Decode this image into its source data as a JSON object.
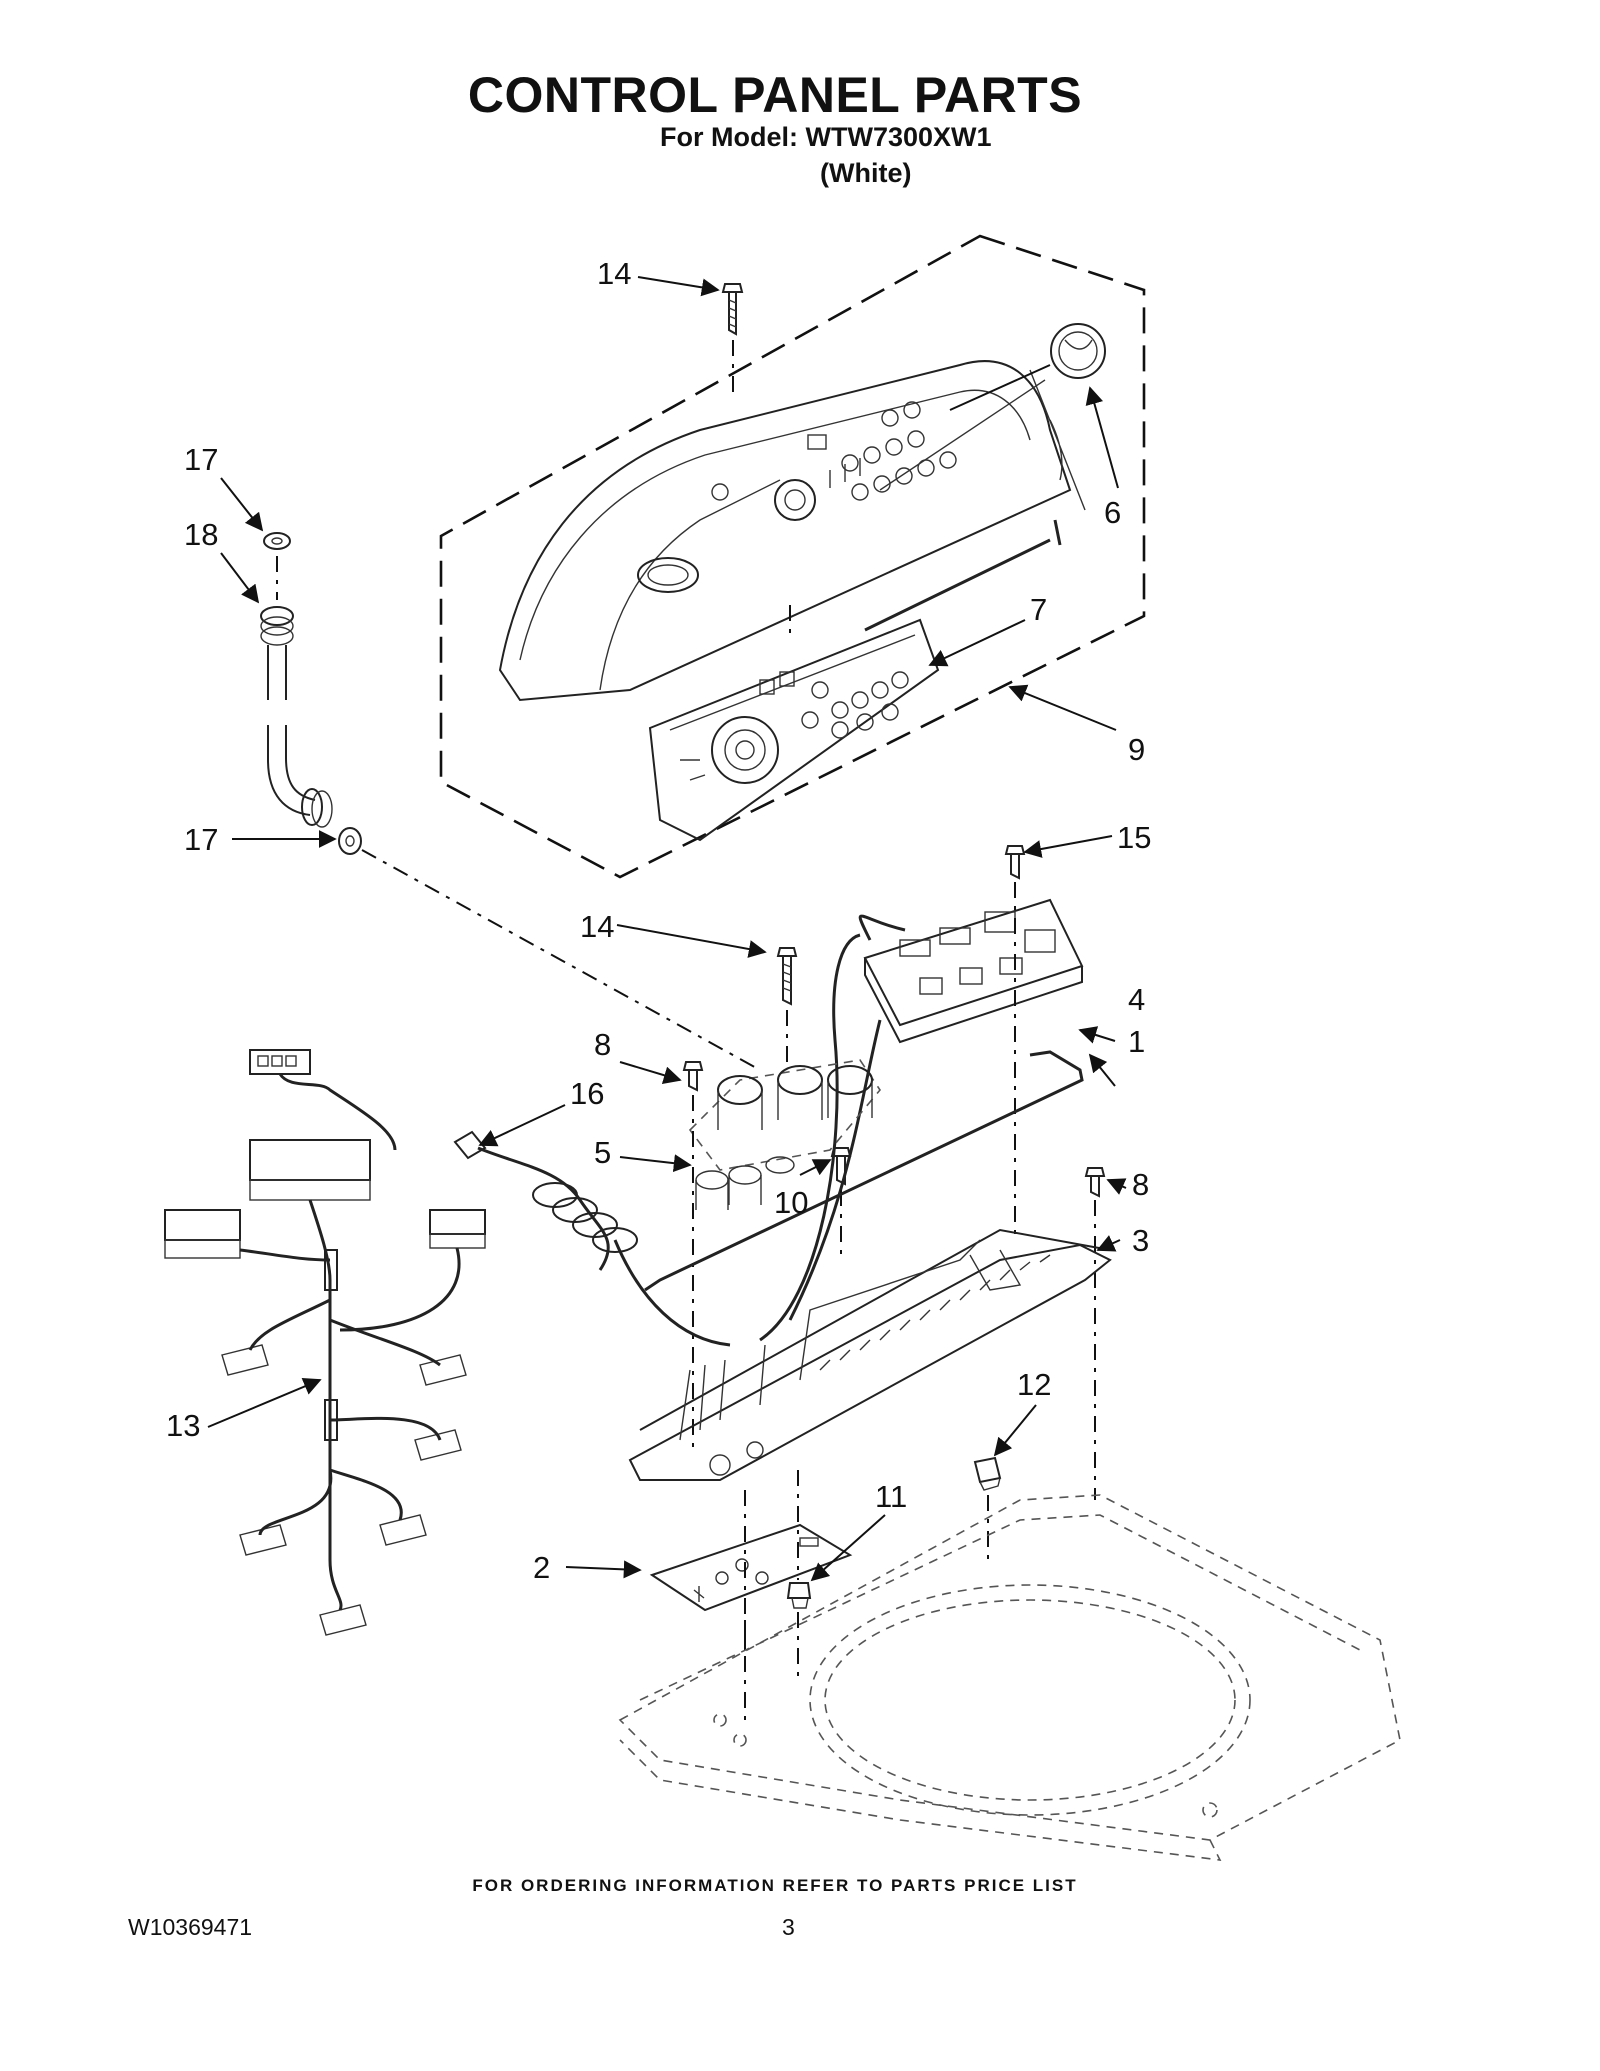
{
  "header": {
    "title": "CONTROL PANEL PARTS",
    "model_line": "For Model: WTW7300XW1",
    "variant_line": "(White)"
  },
  "footer": {
    "ordering_note": "FOR ORDERING INFORMATION REFER TO PARTS PRICE LIST",
    "document_number": "W10369471",
    "page_number": "3"
  },
  "callouts": [
    {
      "id": "c14a",
      "label": "14"
    },
    {
      "id": "c6",
      "label": "6"
    },
    {
      "id": "c17a",
      "label": "17"
    },
    {
      "id": "c18",
      "label": "18"
    },
    {
      "id": "c7",
      "label": "7"
    },
    {
      "id": "c9",
      "label": "9"
    },
    {
      "id": "c17b",
      "label": "17"
    },
    {
      "id": "c15",
      "label": "15"
    },
    {
      "id": "c14b",
      "label": "14"
    },
    {
      "id": "c1",
      "label": "1"
    },
    {
      "id": "c4",
      "label": "4"
    },
    {
      "id": "c8a",
      "label": "8"
    },
    {
      "id": "c16",
      "label": "16"
    },
    {
      "id": "c5",
      "label": "5"
    },
    {
      "id": "c10",
      "label": "10"
    },
    {
      "id": "c8b",
      "label": "8"
    },
    {
      "id": "c3",
      "label": "3"
    },
    {
      "id": "c12",
      "label": "12"
    },
    {
      "id": "c13",
      "label": "13"
    },
    {
      "id": "c11",
      "label": "11"
    },
    {
      "id": "c2",
      "label": "2"
    }
  ]
}
